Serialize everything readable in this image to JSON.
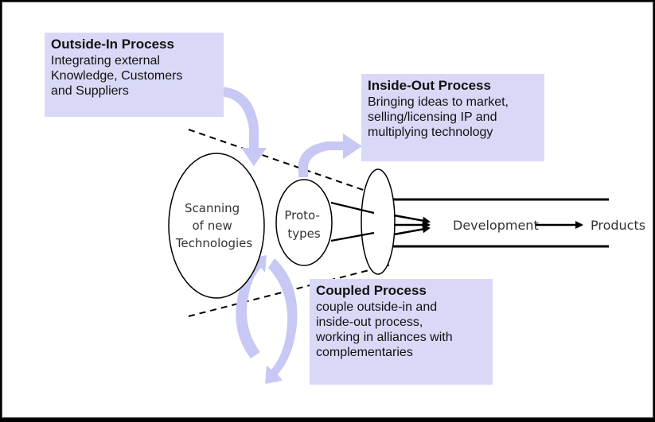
{
  "outside_in": {
    "title": "Outside-In Process",
    "lines": [
      "Integrating external",
      "Knowledge, Customers",
      "and Suppliers"
    ]
  },
  "inside_out": {
    "title": "Inside-Out Process",
    "lines": [
      "Bringing ideas to market,",
      "selling/licensing IP and",
      "multiplying technology"
    ]
  },
  "coupled": {
    "title": "Coupled Process",
    "lines": [
      "couple outside-in and",
      "inside-out process,",
      "working in alliances with",
      "complementaries"
    ]
  },
  "scanning": {
    "lines": [
      "Scanning",
      "of new",
      "Technologies"
    ]
  },
  "prototypes": {
    "lines": [
      "Proto-",
      "types"
    ]
  },
  "development": "Development",
  "products": "Products",
  "colors": {
    "arrow": "#c8c8f5",
    "box": "#d9d9f7",
    "frame": "#000000"
  }
}
